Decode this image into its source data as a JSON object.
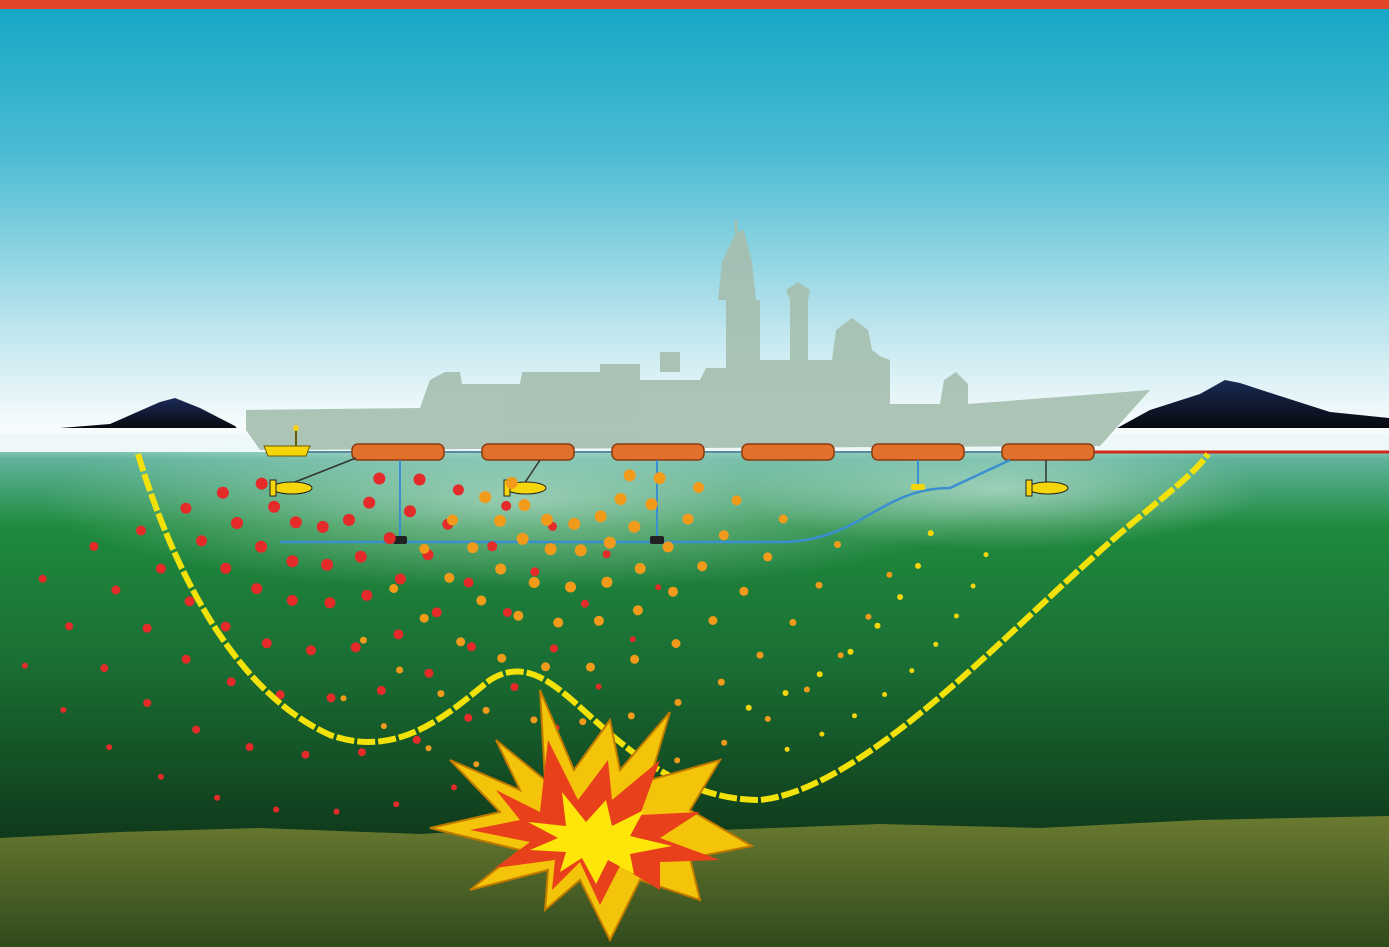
{
  "scene": {
    "colors": {
      "top_bar": "#e2452a",
      "sky_top": "#16aac8",
      "sky_horizon": "#ffffff",
      "water_surface": "#d6ecef",
      "water_mid": "#1f8a3e",
      "water_deep": "#0f3a1a",
      "seabed": "#5a6a2a",
      "ship": "#a6bfb0",
      "hill": "#101828",
      "float": "#e0702a",
      "cable": "#3a8fd0",
      "wave_red": "#e52a2a",
      "wave_orange": "#f29a1a",
      "wave_yellow": "#f5d60a",
      "explosion_outer": "#f3c40a",
      "explosion_mid": "#e8401a",
      "explosion_core": "#ffe60a"
    },
    "elements": {
      "ship": "warship-silhouette",
      "floats": 6,
      "sensor_pods": 3,
      "explosion": "underwater-explosion-icon"
    }
  }
}
